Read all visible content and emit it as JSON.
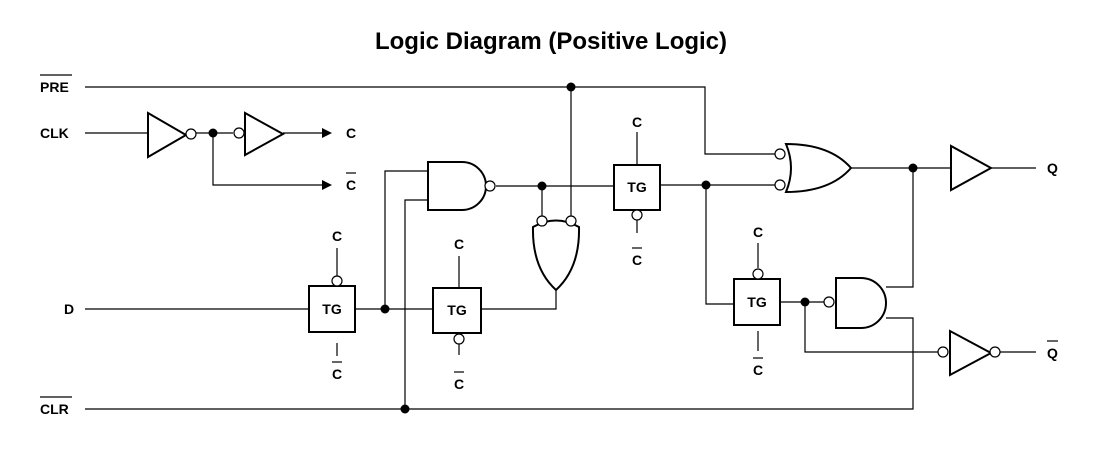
{
  "title": "Logic Diagram (Positive Logic)",
  "inputs": {
    "pre": "PRE",
    "clk": "CLK",
    "d": "D",
    "clr": "CLR"
  },
  "outputs": {
    "q": "Q",
    "qbar": "Q"
  },
  "signals": {
    "c": "C",
    "cbar": "C"
  },
  "tg_label": "TG"
}
